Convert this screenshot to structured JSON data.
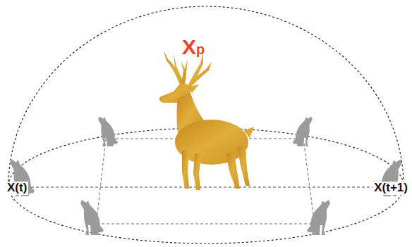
{
  "diagram": {
    "labels": [
      "Xp",
      "X(t)",
      "X(t+1)"
    ]
  }
}
